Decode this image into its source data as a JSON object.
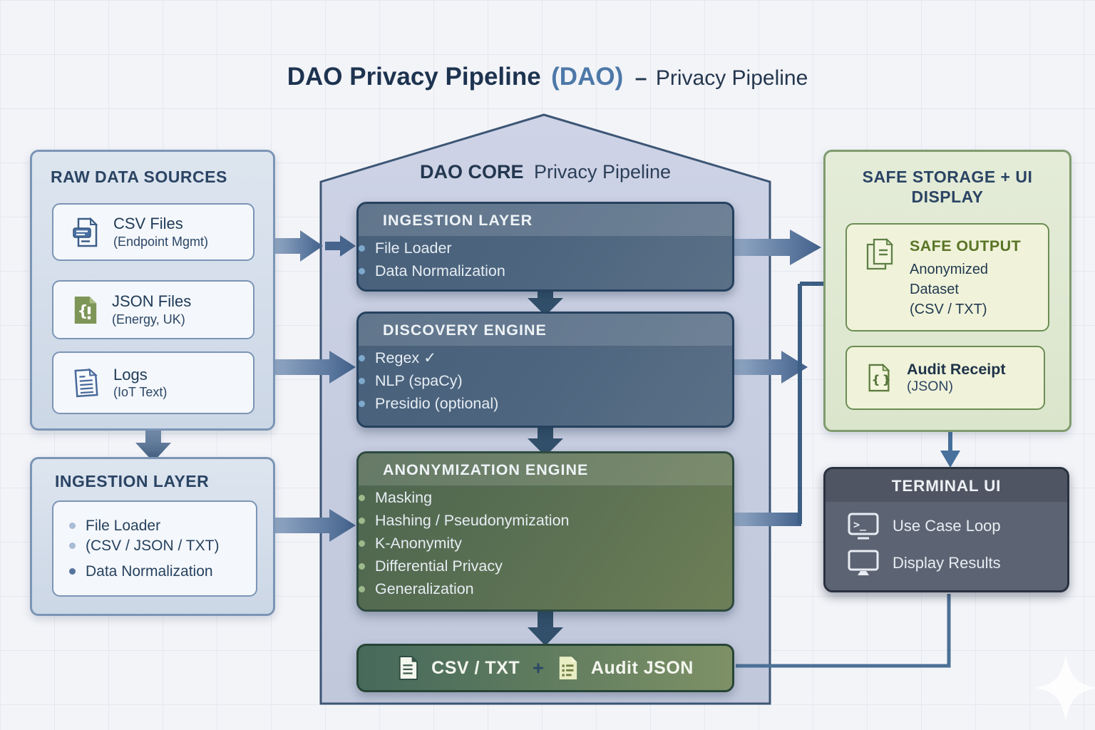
{
  "title": {
    "main": "DAO Privacy Pipeline",
    "paren": "(DAO)",
    "separator": "–",
    "suffix": "Privacy Pipeline"
  },
  "raw_sources": {
    "header": "RAW DATA SOURCES",
    "items": [
      {
        "icon": "csv-file-icon",
        "title": "CSV Files",
        "subtitle": "(Endpoint Mgmt)"
      },
      {
        "icon": "json-file-icon",
        "title": "JSON Files",
        "subtitle": "(Energy, UK)"
      },
      {
        "icon": "log-file-icon",
        "title": "Logs",
        "subtitle": "(IoT Text)"
      }
    ]
  },
  "ingestion_left": {
    "header": "INGESTION LAYER",
    "bullets": [
      "File Loader",
      "(CSV / JSON / TXT)",
      "Data Normalization"
    ]
  },
  "core": {
    "title_bold": "DAO CORE",
    "title_rest": "Privacy Pipeline",
    "ingestion": {
      "header": "INGESTION LAYER",
      "bullets": [
        "File Loader",
        "Data Normalization"
      ]
    },
    "discovery": {
      "header": "DISCOVERY ENGINE",
      "bullets": [
        "Regex ✓",
        "NLP (spaCy)",
        "Presidio (optional)"
      ]
    },
    "anonymization": {
      "header": "ANONYMIZATION ENGINE",
      "bullets": [
        "Masking",
        "Hashing / Pseudonymization",
        "K-Anonymity",
        "Differential Privacy",
        "Generalization"
      ]
    },
    "output": {
      "csv_label": "CSV / TXT",
      "plus": "+",
      "audit_label": "Audit JSON"
    }
  },
  "safe_storage": {
    "header_line1": "SAFE STORAGE + UI",
    "header_line2": "DISPLAY",
    "safe_output": {
      "title": "SAFE OUTPUT",
      "line1": "Anonymized",
      "line2": "Dataset",
      "line3": "(CSV / TXT)"
    },
    "audit_receipt": {
      "title": "Audit Receipt",
      "subtitle": "(JSON)"
    }
  },
  "terminal": {
    "header": "TERMINAL UI",
    "items": [
      {
        "icon": "terminal-prompt-icon",
        "label": "Use Case Loop"
      },
      {
        "icon": "monitor-icon",
        "label": "Display Results"
      }
    ]
  },
  "colors": {
    "navy_text": "#2b4464",
    "steel_arrow": "#48678e",
    "blue_stage": "#4c6580",
    "green_stage": "#5d7254",
    "panel_blue": "#d6dfeb",
    "panel_green": "#e2ead4",
    "terminal_dark": "#565f6e"
  }
}
